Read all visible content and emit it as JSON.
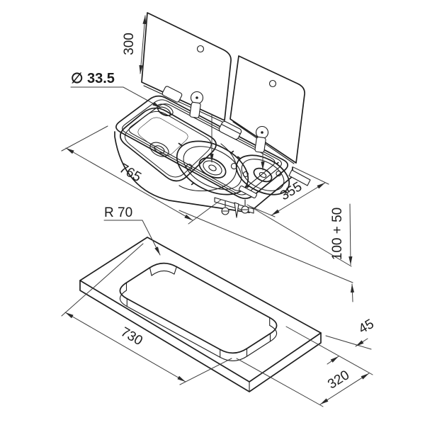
{
  "page": {
    "background": "#ffffff"
  },
  "drawing": {
    "type": "isometric-technical-drawing",
    "subject": "combination sink and two-burner hob with glass lids, above worktop cutout template",
    "line_color": "#1f1f1f",
    "dimension_color": "#3a3a3a"
  },
  "dimensions": {
    "lid_height": "300",
    "faucet_hole_diameter": "∅ 33.5",
    "unit_length": "765",
    "unit_depth": "355",
    "installation_height": "100 + 50",
    "cutout_corner_radius": "R 70",
    "cutout_length": "730",
    "cutout_edge_offset": "45",
    "cutout_width": "320"
  }
}
